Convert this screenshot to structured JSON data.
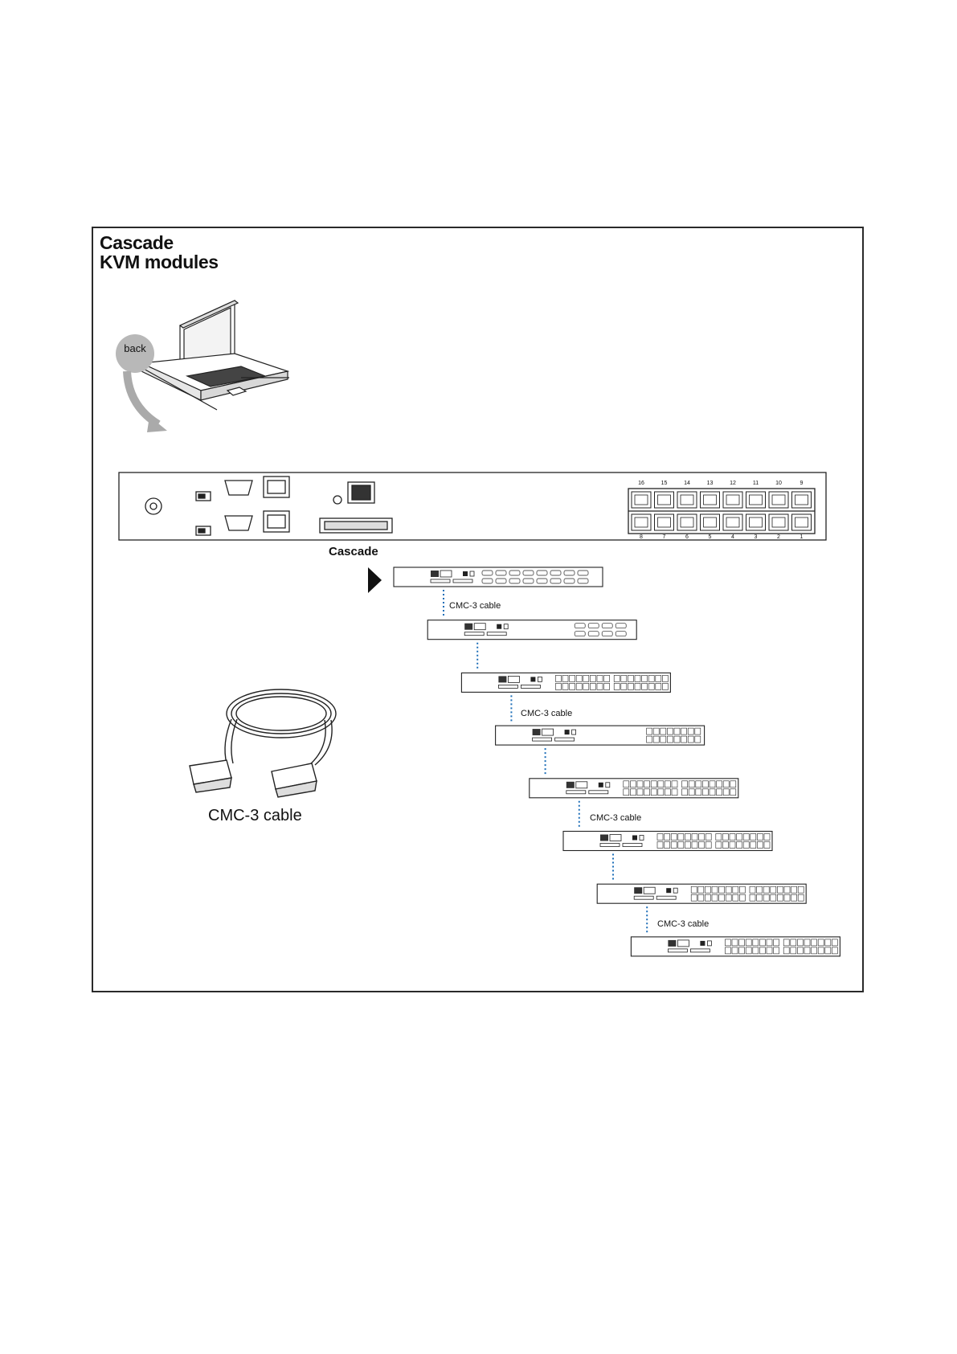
{
  "figure": {
    "title_line1": "Cascade",
    "title_line2": "KVM modules",
    "back_label": "back",
    "cascade_label": "Cascade",
    "cable_caption": "CMC-3 cable",
    "link_labels": [
      "CMC-3 cable",
      "CMC-3 cable",
      "CMC-3 cable",
      "CMC-3 cable"
    ],
    "port_numbers_top": [
      "16",
      "15",
      "14",
      "13",
      "12",
      "11",
      "10",
      "9"
    ],
    "port_numbers_bottom": [
      "8",
      "7",
      "6",
      "5",
      "4",
      "3",
      "2",
      "1"
    ],
    "module_count": 8
  },
  "colors": {
    "link_dotted": "#1e6fb8",
    "outline": "#222222",
    "bubble": "#b8b8b8"
  }
}
